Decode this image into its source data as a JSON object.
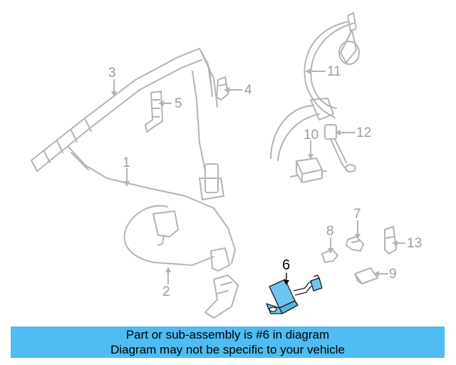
{
  "diagram": {
    "callouts": {
      "c1": "1",
      "c2": "2",
      "c3": "3",
      "c4": "4",
      "c5": "5",
      "c6": "6",
      "c7": "7",
      "c8": "8",
      "c9": "9",
      "c10": "10",
      "c11": "11",
      "c12": "12",
      "c13": "13"
    },
    "highlighted_part": "6",
    "colors": {
      "highlight": "#6ec6f0",
      "outline": "#b4b4b4",
      "banner": "#4fbcf2"
    }
  },
  "banner": {
    "line1": "Part or sub-assembly is #6 in diagram",
    "line2": "Diagram may not be specific to your vehicle"
  }
}
